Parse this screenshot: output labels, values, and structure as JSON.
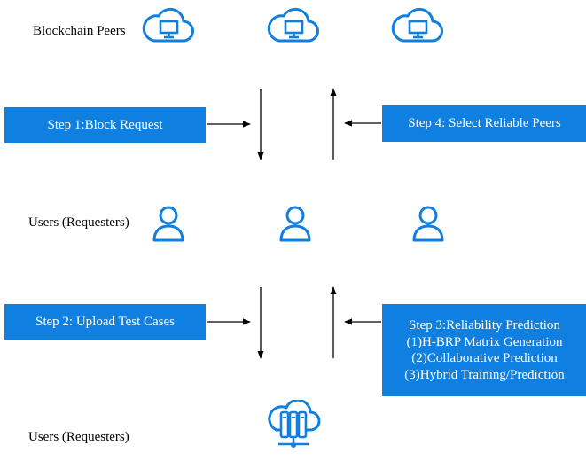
{
  "labels": {
    "peers": "Blockchain Peers",
    "users_top": "Users (Requesters)",
    "users_bottom": "Users (Requesters)"
  },
  "steps": {
    "step1": "Step 1:Block Request",
    "step2": "Step 2: Upload Test Cases",
    "step3": {
      "title": "Step 3:Reliability Prediction",
      "lines": [
        "(1)H-BRP Matrix Generation",
        "(2)Collaborative Prediction",
        "(3)Hybrid Training/Prediction"
      ]
    },
    "step4": "Step 4: Select Reliable Peers"
  },
  "icons": {
    "peer": "cloud-computer-icon",
    "user": "user-icon",
    "server": "server-rack-icon"
  },
  "colors": {
    "accent": "#0f7fe0",
    "box_text": "#ffffff",
    "arrow": "#000000"
  }
}
